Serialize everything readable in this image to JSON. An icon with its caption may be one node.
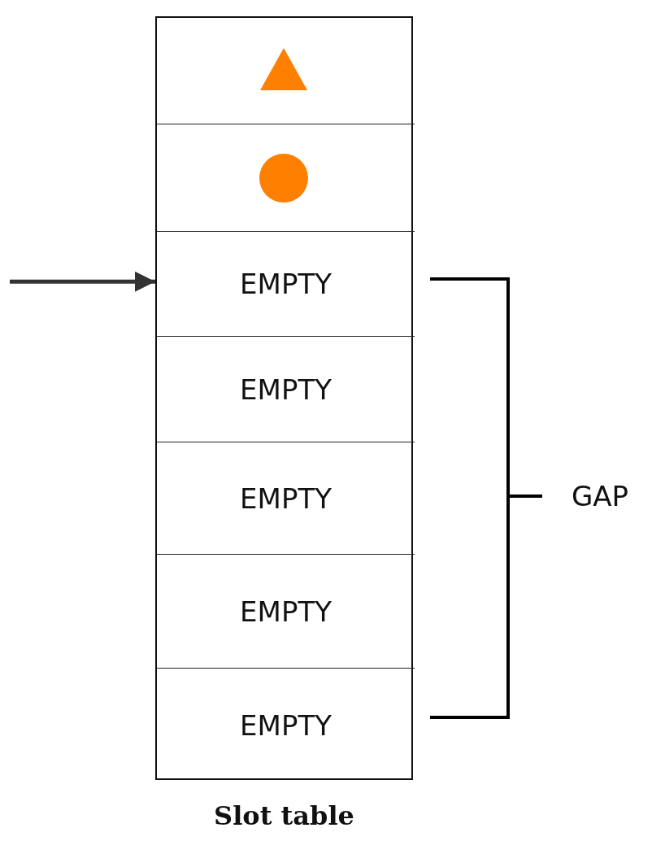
{
  "diagram": {
    "caption": "Slot table",
    "nodes": [
      {
        "text": [],
        "shape": "box"
      },
      {
        "text": [],
        "shape": "box",
        "in": 0
      },
      {
        "text": [],
        "shape": "triangle",
        "in": 1
      },
      {
        "text": [],
        "shape": "box",
        "in": 0
      },
      {
        "text": [],
        "shape": "circle",
        "in": 3
      },
      {
        "text": [
          "EMPTY"
        ],
        "in": 0
      },
      {
        "text": [
          "EMPTY"
        ],
        "in": 0
      },
      {
        "text": [
          "EMPTY"
        ],
        "in": 0
      },
      {
        "text": [
          "EMPTY"
        ],
        "in": 0
      },
      {
        "text": [
          "EMPTY"
        ],
        "in": 0
      }
    ],
    "edges": [
      {
        "from": null,
        "to": 5,
        "arrow": "to"
      }
    ],
    "labels": [
      "GAP"
    ]
  }
}
